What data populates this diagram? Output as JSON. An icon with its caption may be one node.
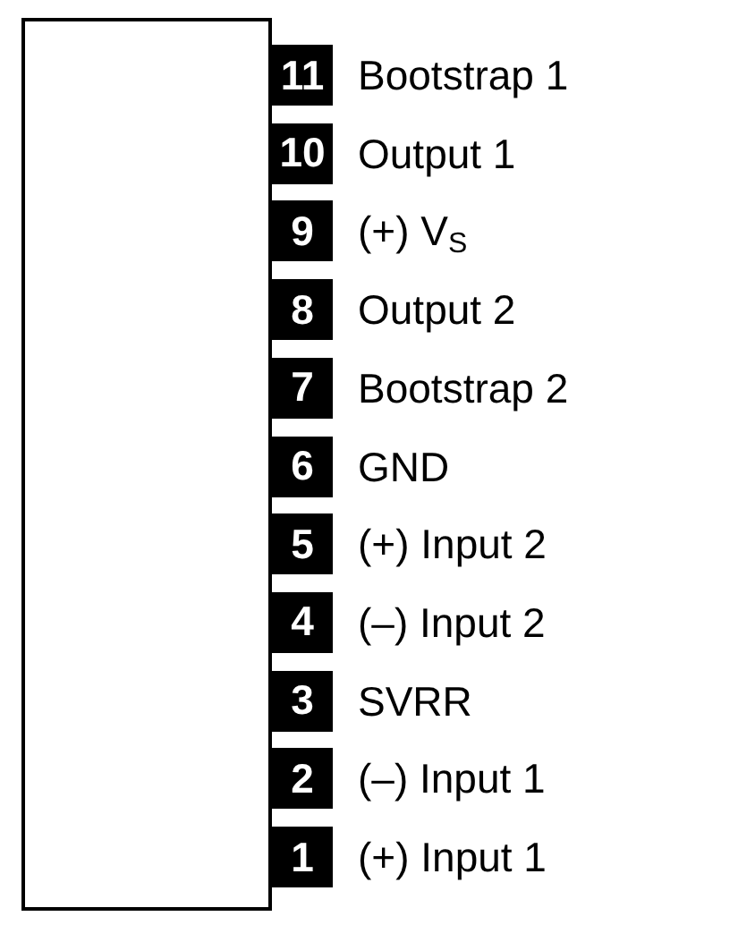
{
  "diagram": {
    "nodes": [
      {
        "text": [
          "11"
        ],
        "beside": [
          "Bootstrap 1"
        ]
      },
      {
        "text": [
          "10"
        ],
        "beside": [
          "Output 1"
        ]
      },
      {
        "text": [
          "9"
        ],
        "beside": [
          "(+) V$_{S}$"
        ]
      },
      {
        "text": [
          "8"
        ],
        "beside": [
          "Output 2"
        ]
      },
      {
        "text": [
          "7"
        ],
        "beside": [
          "Bootstrap 2"
        ]
      },
      {
        "text": [
          "6"
        ],
        "beside": [
          "GND"
        ]
      },
      {
        "text": [
          "5"
        ],
        "beside": [
          "(+) Input 2"
        ]
      },
      {
        "text": [
          "4"
        ],
        "beside": [
          "(–) Input 2"
        ]
      },
      {
        "text": [
          "3"
        ],
        "beside": [
          "SVRR"
        ]
      },
      {
        "text": [
          "2"
        ],
        "beside": [
          "(–) Input 1"
        ]
      },
      {
        "text": [
          "1"
        ],
        "beside": [
          "(+) Input 1"
        ]
      }
    ]
  }
}
